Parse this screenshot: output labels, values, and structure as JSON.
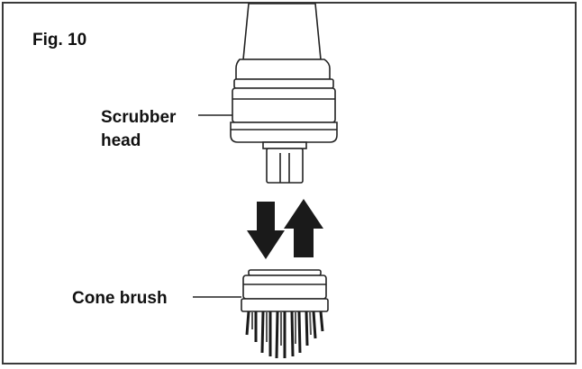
{
  "figure": {
    "label": "Fig. 10"
  },
  "callouts": {
    "scrubber_head_line1": "Scrubber",
    "scrubber_head_line2": "head",
    "cone_brush": "Cone brush"
  },
  "icons": {
    "arrow_down": "arrow-down-icon",
    "arrow_up": "arrow-up-icon"
  },
  "colors": {
    "stroke": "#222222",
    "arrow_fill": "#1a1a1a",
    "frame": "#3a3a3a"
  }
}
